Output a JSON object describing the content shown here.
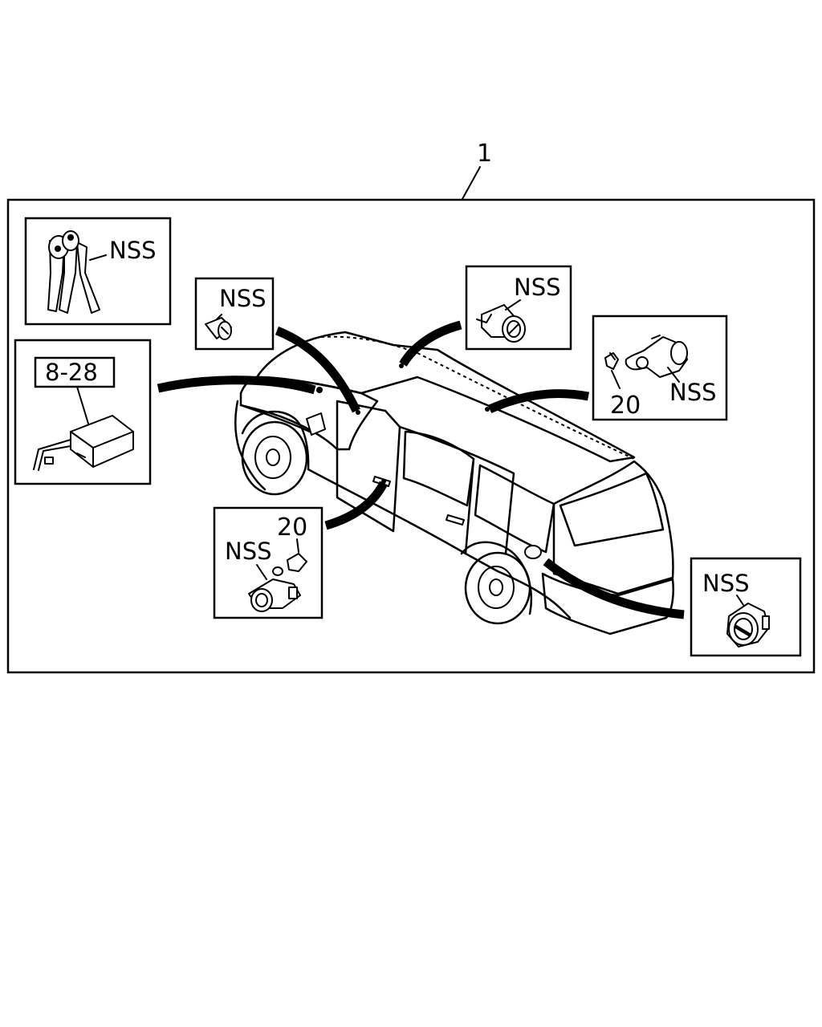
{
  "diagram": {
    "assembly_ref": "1",
    "callouts": {
      "keys": "NSS",
      "module_ref": "8-28",
      "front_door_cylinder": "NSS",
      "tailgate_cylinder": "NSS",
      "rear_latch_part": "20",
      "rear_latch_cylinder": "NSS",
      "side_door_part": "20",
      "side_door_cylinder": "NSS",
      "fuel_lid_cylinder": "NSS"
    }
  },
  "colors": {
    "line": "#000000",
    "background": "#ffffff"
  }
}
